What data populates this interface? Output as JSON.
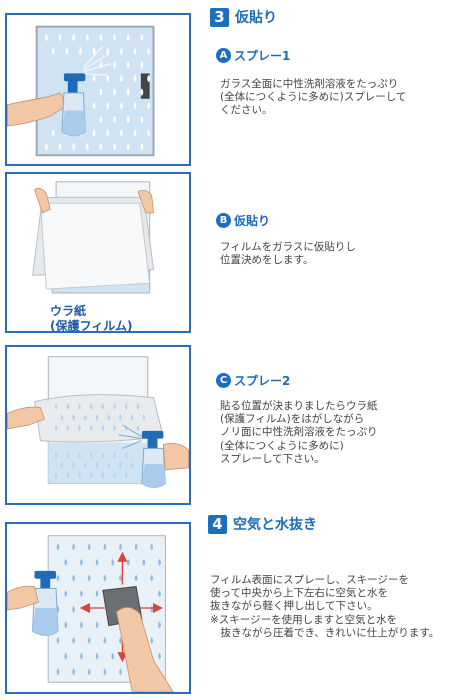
{
  "section3": {
    "number": "3",
    "title": "仮貼り",
    "steps": [
      {
        "letter": "A",
        "title": "スプレー1",
        "lines": [
          "ガラス全面に中性洗剤溶液をたっぷり",
          "(全体につくように多めに)スプレーして",
          "ください。"
        ]
      },
      {
        "letter": "B",
        "title": "仮貼り",
        "lines": [
          "フィルムをガラスに仮貼りし",
          "位置決めをします。"
        ]
      },
      {
        "letter": "C",
        "title": "スプレー2",
        "lines": [
          "貼る位置が決まりましたらウラ紙",
          "(保護フィルム)をはがしながら",
          "ノリ面に中性洗剤溶液をたっぷり",
          "(全体につくように多めに)",
          "スプレーして下さい。"
        ]
      }
    ]
  },
  "panel_b_label": [
    "ウラ紙",
    "(保護フィルム)"
  ],
  "section4": {
    "number": "4",
    "title": "空気と水抜き",
    "lines": [
      "フィルム表面にスプレーし、スキージーを",
      "使って中央から上下左右に空気と水を",
      "抜きながら軽く押し出して下さい。",
      "※スキージーを使用しますと空気と水を",
      "　抜きながら圧着でき、きれいに仕上がります。"
    ]
  },
  "colors": {
    "accent": "#1a6fc0",
    "panel_border": "#2b6cb8",
    "glass": "#cfe3f3",
    "drop": "#ffffff"
  }
}
